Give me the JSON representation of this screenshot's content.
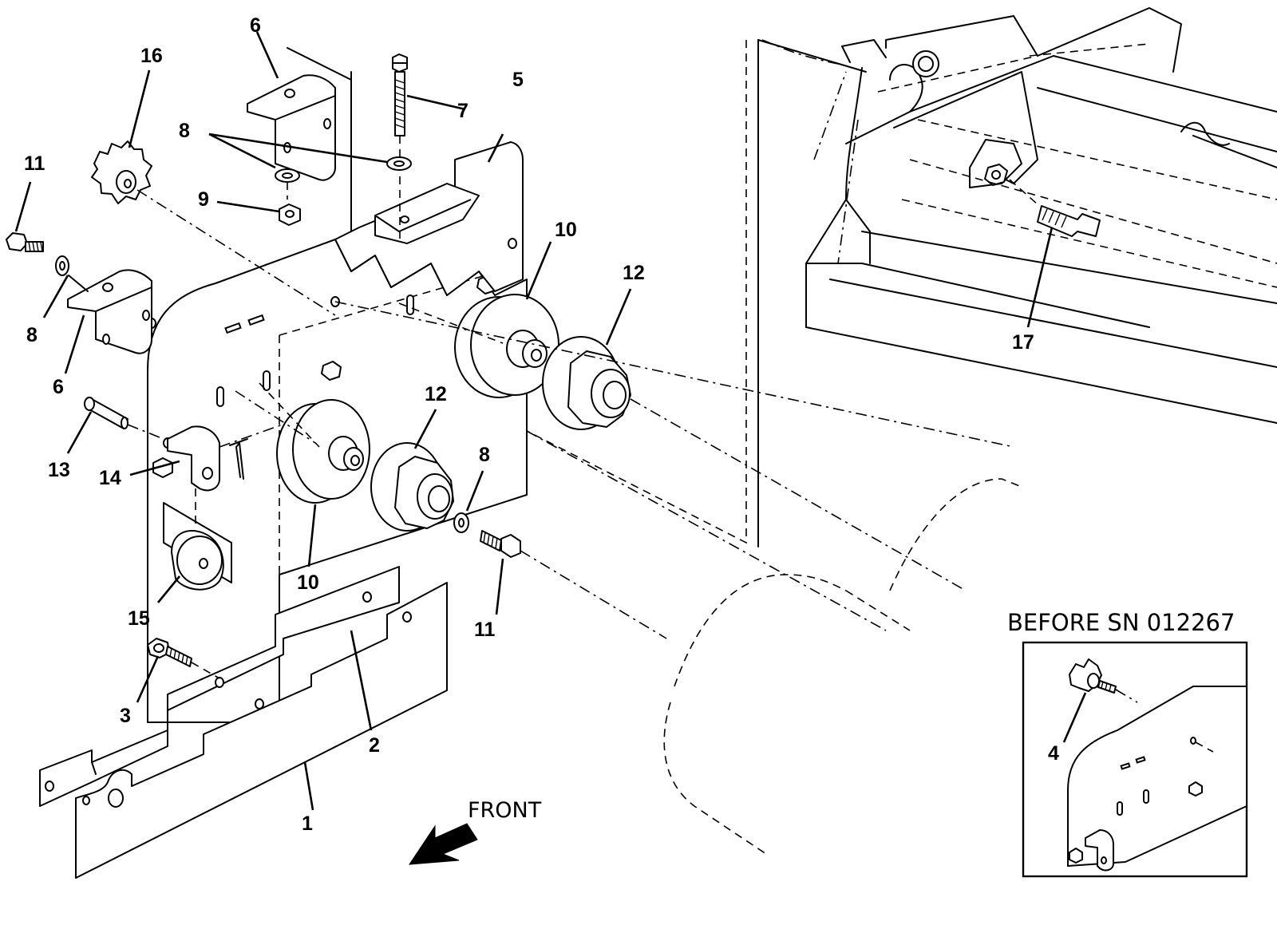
{
  "callouts": {
    "c1": "1",
    "c2": "2",
    "c3": "3",
    "c4": "4",
    "c5": "5",
    "c6a": "6",
    "c6b": "6",
    "c7": "7",
    "c8a": "8",
    "c8b": "8",
    "c8c": "8",
    "c9": "9",
    "c10a": "10",
    "c10b": "10",
    "c11a": "11",
    "c11b": "11",
    "c12a": "12",
    "c12b": "12",
    "c13": "13",
    "c14": "14",
    "c15": "15",
    "c16": "16",
    "c17": "17"
  },
  "inset": {
    "caption": "BEFORE SN 012267"
  },
  "direction": {
    "label": "FRONT"
  }
}
